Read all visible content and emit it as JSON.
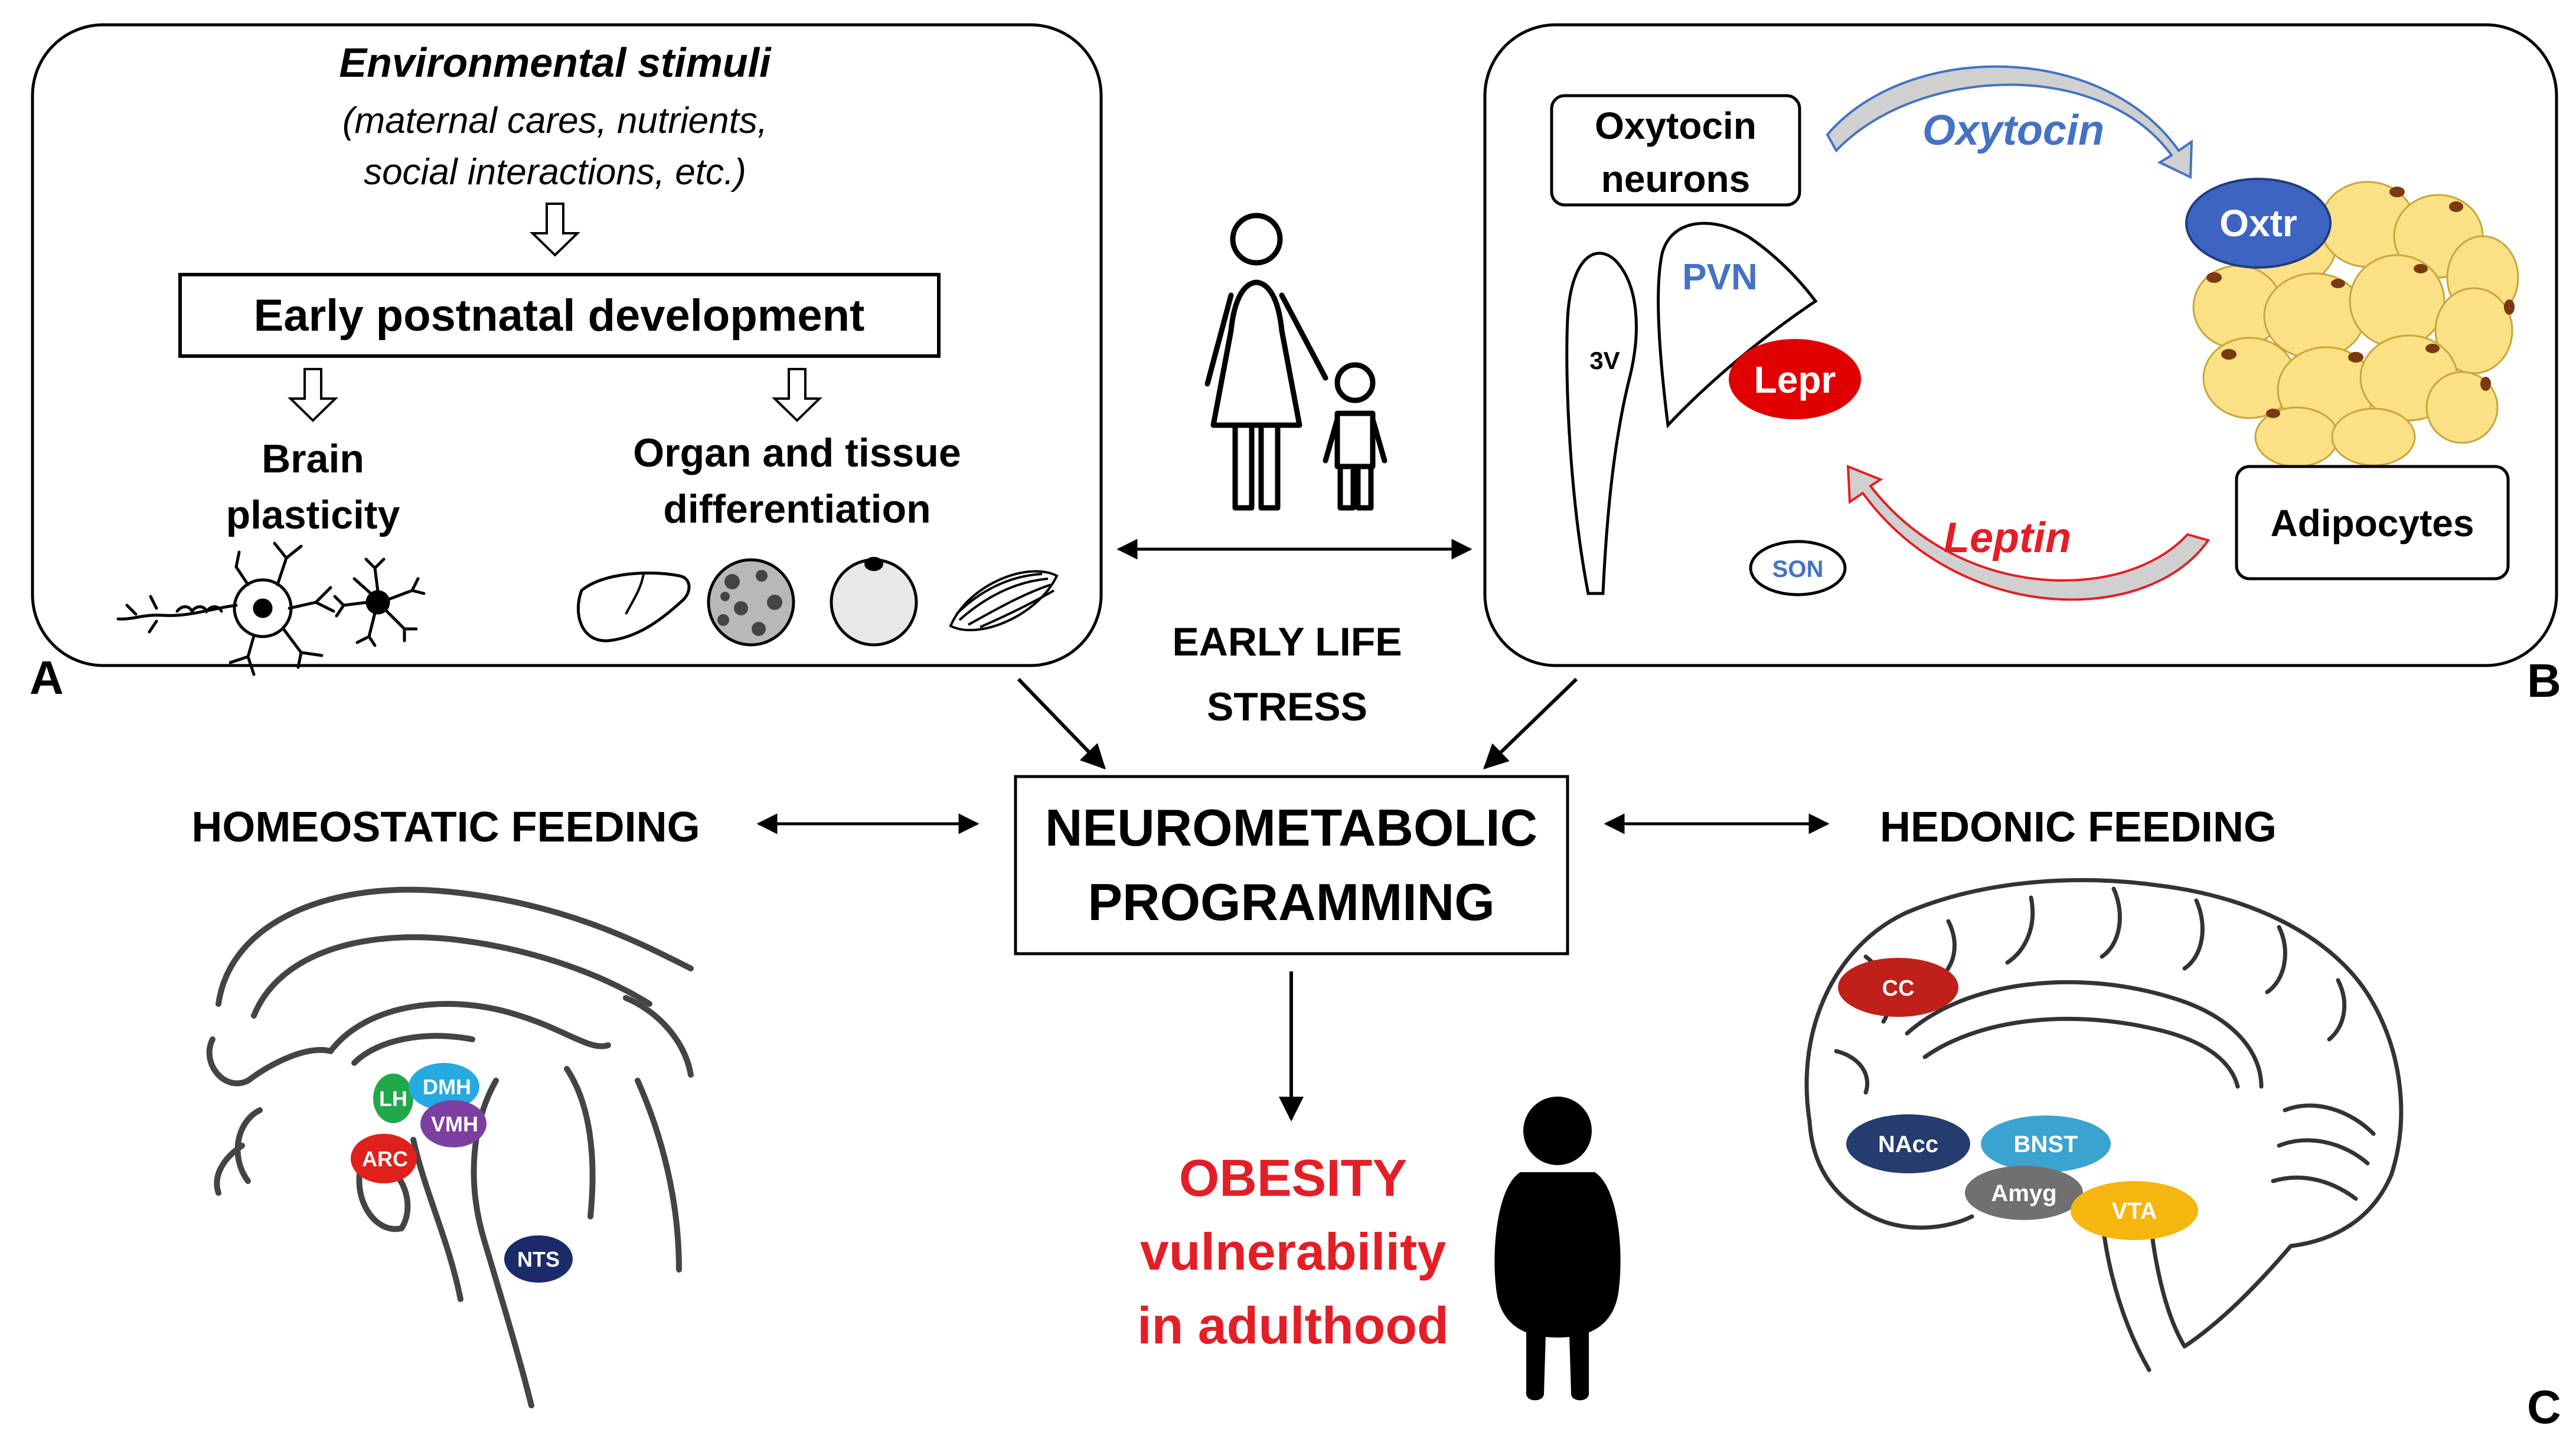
{
  "panel_a": {
    "stimuli_title": "Environmental stimuli",
    "stimuli_line1": "(maternal cares, nutrients,",
    "stimuli_line2": "social interactions, etc.)",
    "development_box": "Early postnatal development",
    "brain_line1": "Brain",
    "brain_line2": "plasticity",
    "organ_line1": "Organ and tissue",
    "organ_line2": "differentiation",
    "label": "A"
  },
  "panel_b": {
    "neurons_line1": "Oxytocin",
    "neurons_line2": "neurons",
    "oxytocin": "Oxytocin",
    "oxtr": "Oxtr",
    "pvn": "PVN",
    "third_ventricle": "3V",
    "lepr": "Lepr",
    "son": "SON",
    "leptin": "Leptin",
    "adipocytes": "Adipocytes",
    "label": "B"
  },
  "center": {
    "stress_line1": "EARLY LIFE",
    "stress_line2": "STRESS",
    "programming_line1": "NEUROMETABOLIC",
    "programming_line2": "PROGRAMMING",
    "obesity_line1": "OBESITY",
    "obesity_line2": "vulnerability",
    "obesity_line3": "in adulthood"
  },
  "homeostatic": {
    "title": "HOMEOSTATIC FEEDING",
    "lh": "LH",
    "dmh": "DMH",
    "vmh": "VMH",
    "arc": "ARC",
    "nts": "NTS"
  },
  "hedonic": {
    "title": "HEDONIC FEEDING",
    "cc": "CC",
    "nacc": "NAcc",
    "bnst": "BNST",
    "amyg": "Amyg",
    "vta": "VTA",
    "label": "C"
  },
  "colors": {
    "oxytocin_blue": "#4472C4",
    "leptin_red": "#E41E26",
    "lepr_fill": "#E00000",
    "oxtr_fill": "#3C64C0",
    "fat_yellow": "#FBE085",
    "lh": "#22A84A",
    "dmh": "#25A9E0",
    "vmh": "#7B3FA0",
    "arc": "#E0201A",
    "nts": "#1B2A6B",
    "cc": "#C0201A",
    "nacc": "#243C6E",
    "bnst": "#3BA3D0",
    "amyg": "#707070",
    "vta": "#F5B60F"
  }
}
